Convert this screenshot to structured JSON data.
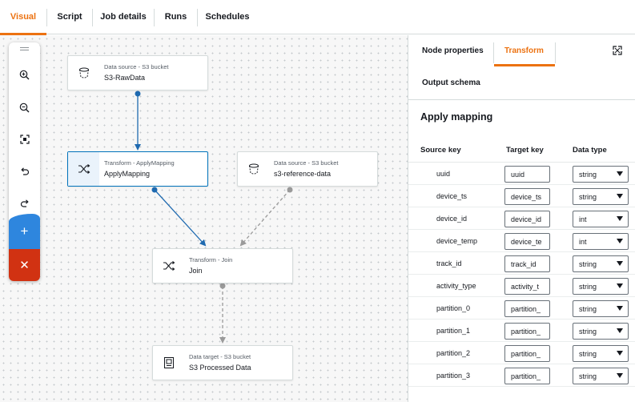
{
  "top_tabs": [
    "Visual",
    "Script",
    "Job details",
    "Runs",
    "Schedules"
  ],
  "active_tab": "Visual",
  "nodes": {
    "raw": {
      "type": "Data source - S3 bucket",
      "name": "S3-RawData"
    },
    "apply": {
      "type": "Transform - ApplyMapping",
      "name": "ApplyMapping"
    },
    "ref": {
      "type": "Data source - S3 bucket",
      "name": "s3-reference-data"
    },
    "join": {
      "type": "Transform - Join",
      "name": "Join"
    },
    "target": {
      "type": "Data target - S3 bucket",
      "name": "S3 Processed Data"
    }
  },
  "toolbar": {
    "add_label": "+",
    "delete_label": "✕"
  },
  "panel": {
    "tabs": [
      "Node properties",
      "Transform",
      "Output schema"
    ],
    "active_tab": "Transform",
    "title": "Apply mapping",
    "columns": [
      "Source key",
      "Target key",
      "Data type"
    ],
    "rows": [
      {
        "source": "uuid",
        "target": "uuid",
        "type": "string"
      },
      {
        "source": "device_ts",
        "target": "device_ts",
        "type": "string"
      },
      {
        "source": "device_id",
        "target": "device_id",
        "type": "int"
      },
      {
        "source": "device_temp",
        "target": "device_te",
        "type": "int"
      },
      {
        "source": "track_id",
        "target": "track_id",
        "type": "string"
      },
      {
        "source": "activity_type",
        "target": "activity_t",
        "type": "string"
      },
      {
        "source": "partition_0",
        "target": "partition_",
        "type": "string"
      },
      {
        "source": "partition_1",
        "target": "partition_",
        "type": "string"
      },
      {
        "source": "partition_2",
        "target": "partition_",
        "type": "string"
      },
      {
        "source": "partition_3",
        "target": "partition_",
        "type": "string"
      }
    ]
  },
  "colors": {
    "accent": "#ec7211",
    "edge_solid": "#1f6ab0",
    "edge_dashed": "#9a9a9a",
    "add_button": "#2e86de",
    "delete_button": "#d13212"
  }
}
